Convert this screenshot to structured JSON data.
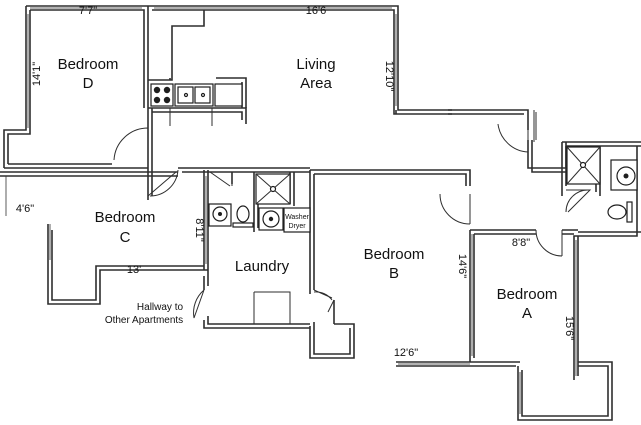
{
  "rooms": {
    "bedroom_d": {
      "line1": "Bedroom",
      "line2": "D",
      "width": "7'7\"",
      "length": "14'1\""
    },
    "living": {
      "line1": "Living",
      "line2": "Area",
      "width": "16'6",
      "length": "12'10\""
    },
    "bedroom_c": {
      "line1": "Bedroom",
      "line2": "C",
      "width": "4'6\"",
      "length": "13'",
      "depth": "8'11\""
    },
    "laundry": {
      "label": "Laundry",
      "washer": "Washer",
      "dryer": "Dryer"
    },
    "bedroom_b": {
      "line1": "Bedroom",
      "line2": "B",
      "length": "14'6\"",
      "width": "12'6\""
    },
    "bedroom_a": {
      "line1": "Bedroom",
      "line2": "A",
      "width": "8'8\"",
      "length": "15'6\""
    }
  },
  "hallway": {
    "line1": "Hallway to",
    "line2": "Other Apartments"
  },
  "colors": {
    "wall": "#2e2e2e",
    "background": "#ffffff"
  }
}
